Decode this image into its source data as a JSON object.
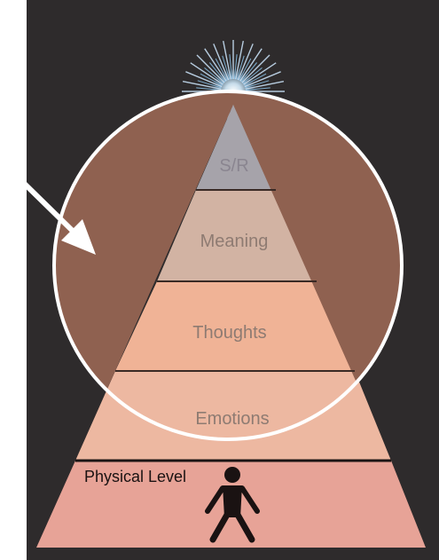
{
  "diagram": {
    "levels": [
      {
        "label": "S/R"
      },
      {
        "label": "Meaning"
      },
      {
        "label": "Thoughts"
      },
      {
        "label": "Emotions"
      },
      {
        "label": "Physical Level"
      }
    ]
  },
  "icons": {
    "figure": "person-icon",
    "glow": "sunburst-icon",
    "pointer": "arrow-icon"
  },
  "colors": {
    "background": "#2e2b2c",
    "sr_fill": "#a6a3aa",
    "meaning_fill": "#d2b3a3",
    "thoughts_fill": "#f0b396",
    "emotions_fill": "#edb8a1",
    "physical_fill": "#e7a397",
    "highlight_circle": "#8f6150",
    "level_text": "#8e7b72",
    "separator": "#3a2a25",
    "glow": "#8dc7ee"
  }
}
